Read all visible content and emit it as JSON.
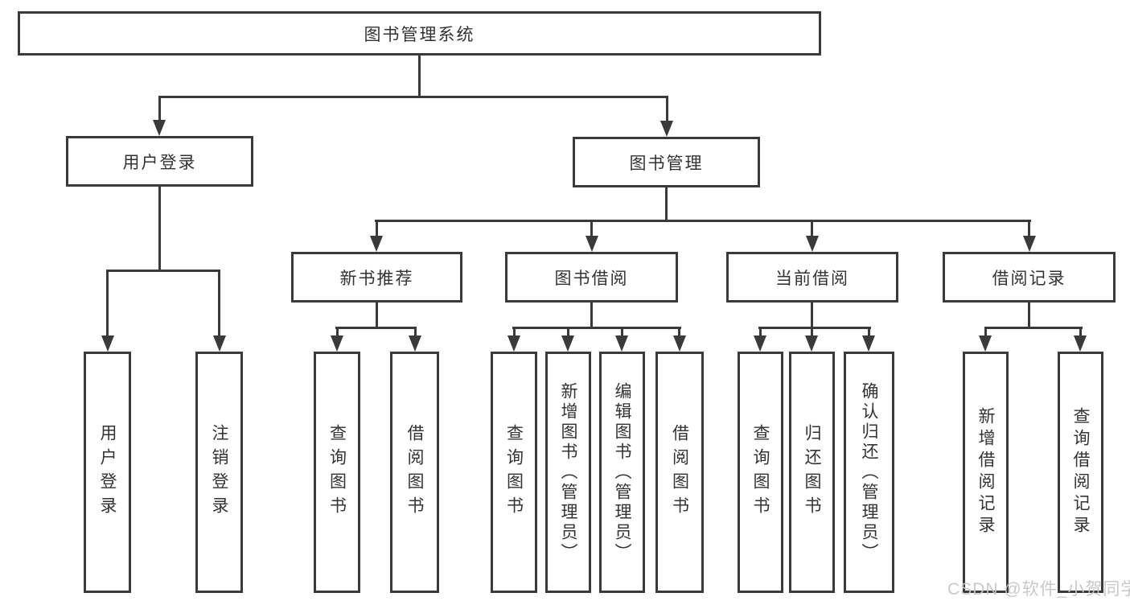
{
  "diagram": {
    "type": "hierarchy-tree",
    "root": {
      "label": "图书管理系统"
    },
    "branches": [
      {
        "label": "用户登录",
        "children": [
          {
            "label": "用户登录"
          },
          {
            "label": "注销登录"
          }
        ]
      },
      {
        "label": "图书管理",
        "children": [
          {
            "label": "新书推荐",
            "children": [
              {
                "label": "查询图书"
              },
              {
                "label": "借阅图书"
              }
            ]
          },
          {
            "label": "图书借阅",
            "children": [
              {
                "label": "查询图书"
              },
              {
                "label": "新增图书（管理员）"
              },
              {
                "label": "编辑图书（管理员）"
              },
              {
                "label": "借阅图书"
              }
            ]
          },
          {
            "label": "当前借阅",
            "children": [
              {
                "label": "查询图书"
              },
              {
                "label": "归还图书"
              },
              {
                "label": "确认归还（管理员）"
              }
            ]
          },
          {
            "label": "借阅记录",
            "children": [
              {
                "label": "新增借阅记录"
              },
              {
                "label": "查询借阅记录"
              }
            ]
          }
        ]
      }
    ]
  },
  "watermark": {
    "text": "CSDN @软件_小贺同学"
  },
  "colors": {
    "line": "#3a3a3a",
    "text": "#333333",
    "watermark": "#c6c6c6",
    "background": "#ffffff"
  }
}
